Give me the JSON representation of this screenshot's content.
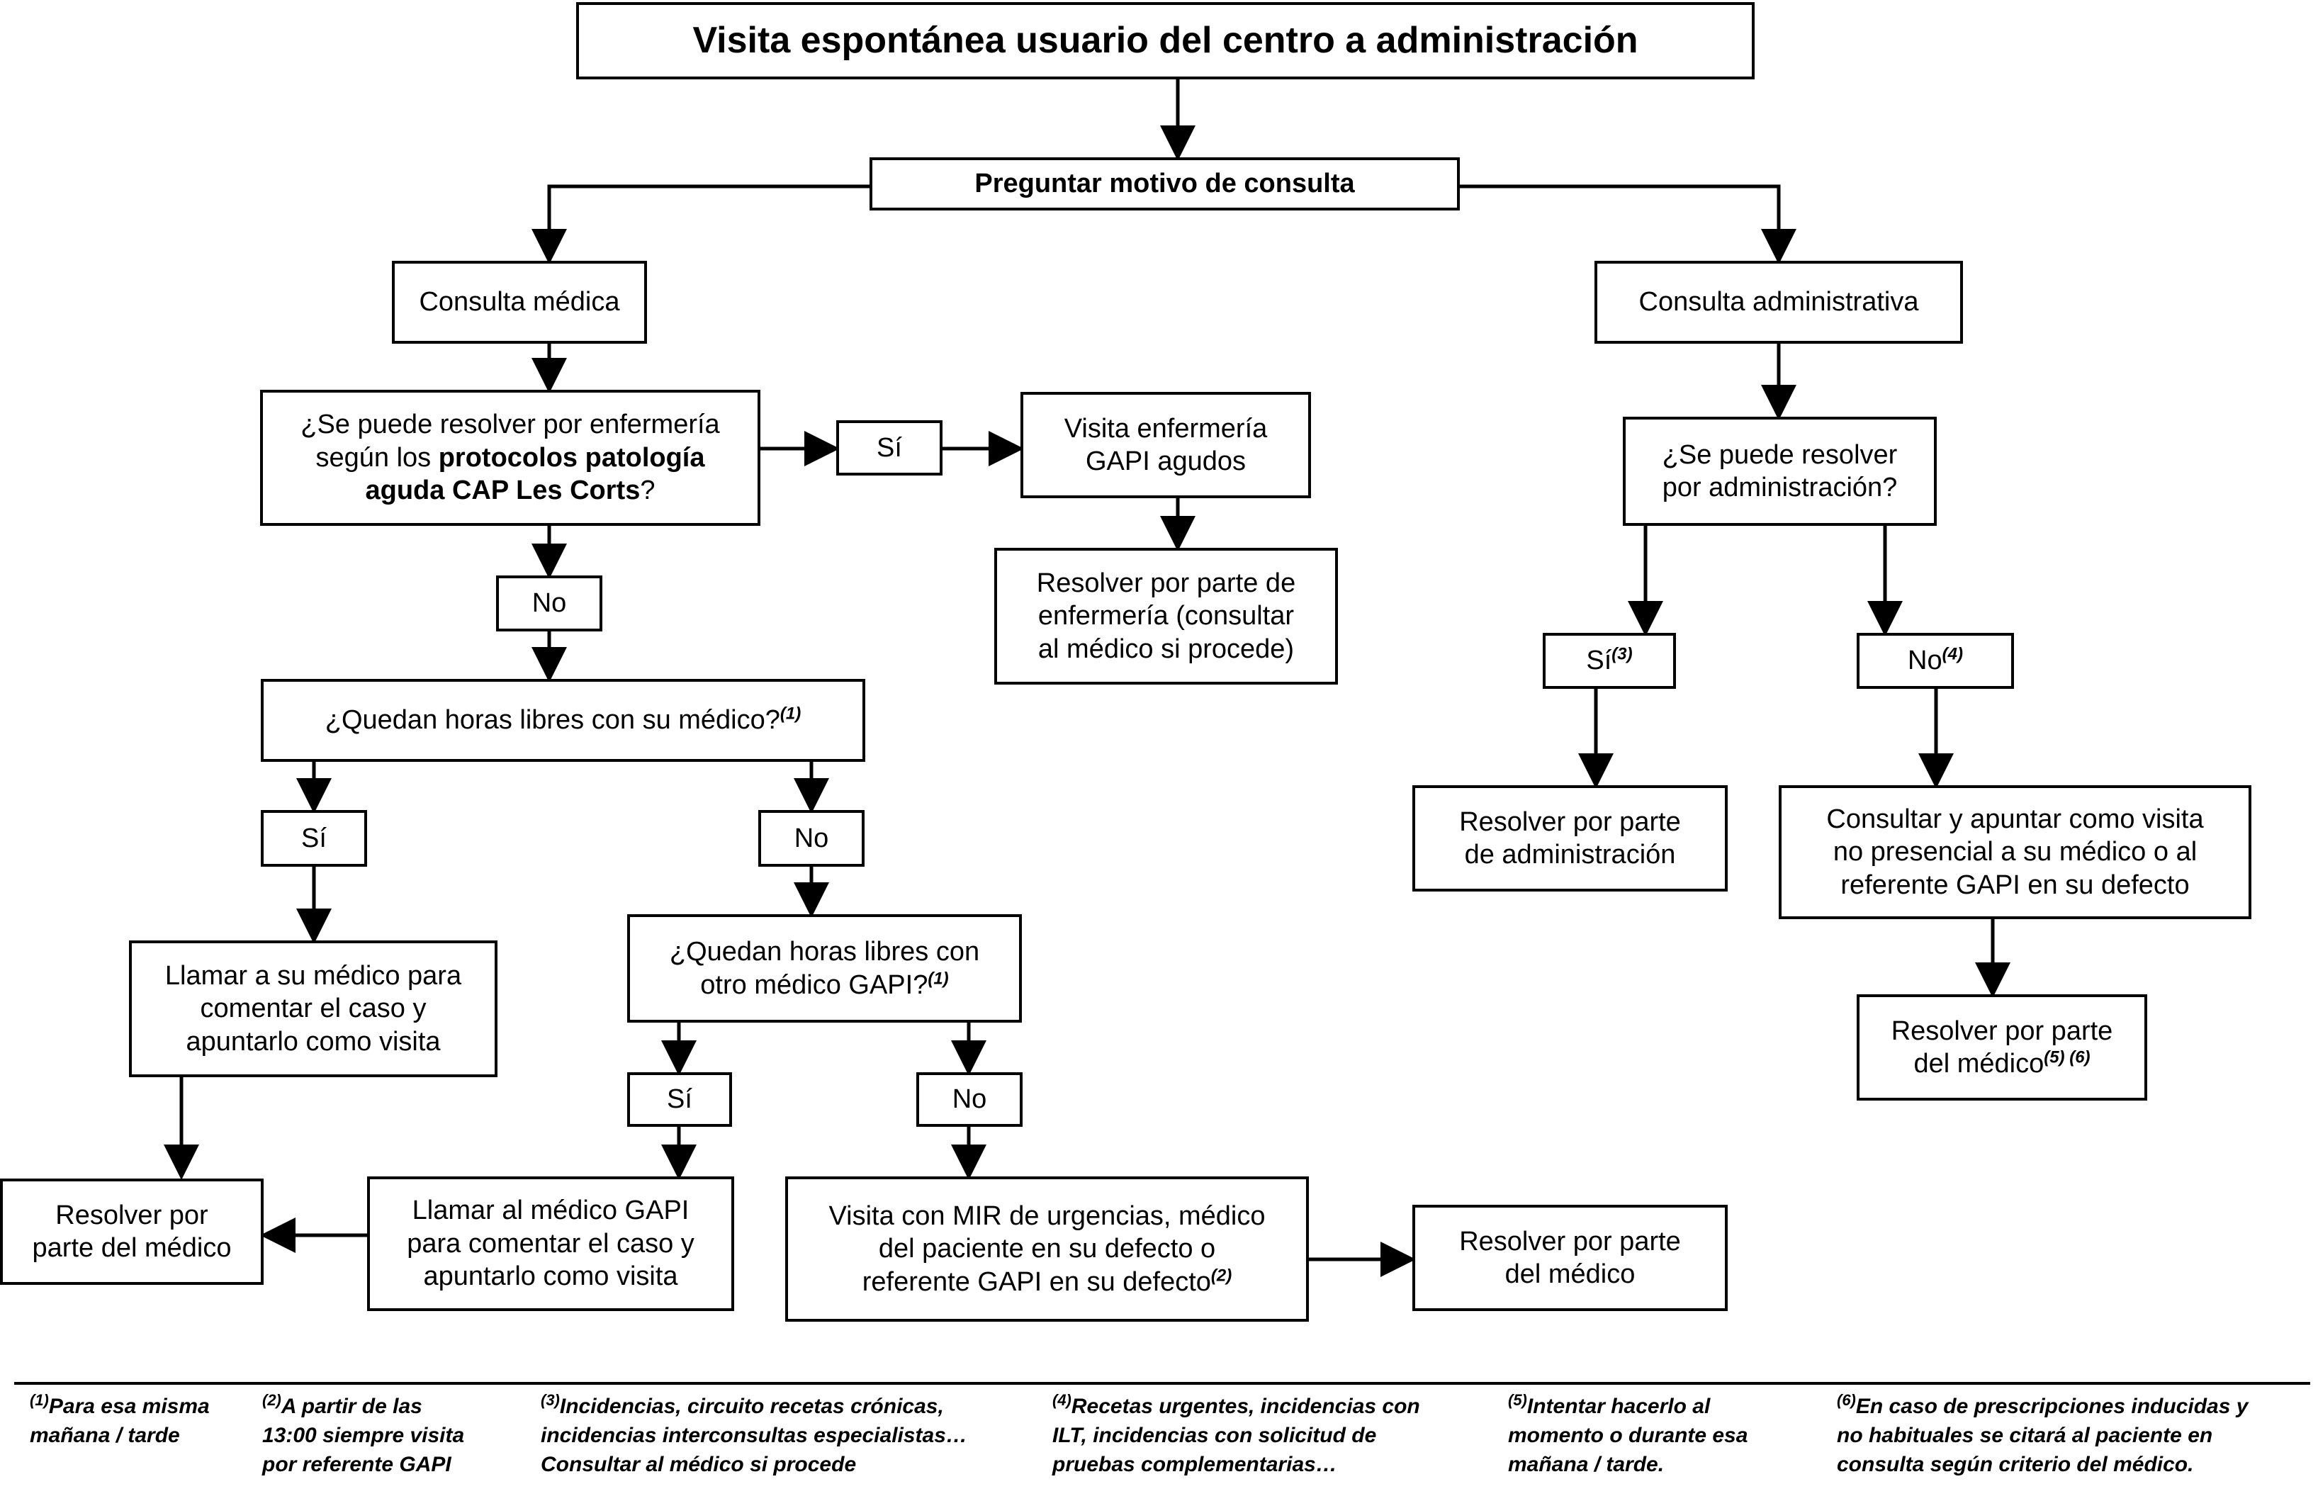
{
  "title": "Visita espontánea usuario del centro a administración",
  "preguntar": "Preguntar motivo de consulta",
  "consulta_medica": "Consulta  médica",
  "consulta_admin": "Consulta administrativa",
  "enfermeria_q": {
    "line1": "¿Se puede resolver por enfermería",
    "line2a": "según los ",
    "line2b": "protocolos patología",
    "line3a": "aguda CAP Les Corts",
    "line3b": "?"
  },
  "si_enf": "Sí",
  "visita_enf": [
    "Visita enfermería",
    "GAPI agudos"
  ],
  "resolver_enf": [
    "Resolver por parte de",
    "enfermería (consultar",
    "al médico si procede)"
  ],
  "no_enf": "No",
  "horas_q": "¿Quedan horas libres con su médico?",
  "horas_q_sup": "(1)",
  "si_horas": "Sí",
  "no_horas": "No",
  "llamar_su": [
    "Llamar a su médico para",
    "comentar el caso y",
    "apuntarlo como visita"
  ],
  "otro_q": [
    "¿Quedan horas libres con",
    "otro médico GAPI?"
  ],
  "otro_q_sup": "(1)",
  "si_otro": "Sí",
  "no_otro": "No",
  "resolver_medico_1": [
    "Resolver por",
    "parte del médico"
  ],
  "llamar_gapi": [
    "Llamar al médico GAPI",
    "para comentar el caso y",
    "apuntarlo como visita"
  ],
  "visita_mir": [
    "Visita con MIR de urgencias, médico",
    "del paciente en su defecto o",
    "referente GAPI en su defecto"
  ],
  "visita_mir_sup": "(2)",
  "resolver_medico_2": [
    "Resolver por parte",
    "del médico"
  ],
  "admin_q": [
    "¿Se puede resolver",
    "por administración?"
  ],
  "si_admin": "Sí",
  "si_admin_sup": "(3)",
  "no_admin": "No",
  "no_admin_sup": "(4)",
  "resolver_admin": [
    "Resolver por parte",
    "de administración"
  ],
  "consultar_apuntar": [
    "Consultar y apuntar como visita",
    "no presencial a su médico o al",
    "referente GAPI en su defecto"
  ],
  "resolver_medico_3": [
    "Resolver por parte",
    "del médico"
  ],
  "resolver_medico_3_sup": "(5) (6)",
  "footnotes": [
    {
      "num": "(1)",
      "lines": [
        "Para esa misma",
        "mañana / tarde"
      ]
    },
    {
      "num": "(2)",
      "lines": [
        "A partir de las",
        "13:00 siempre visita",
        "por referente GAPI"
      ]
    },
    {
      "num": "(3)",
      "lines": [
        "Incidencias, circuito recetas crónicas,",
        "incidencias interconsultas especialistas…",
        "Consultar al médico si procede"
      ]
    },
    {
      "num": "(4)",
      "lines": [
        "Recetas urgentes, incidencias con",
        "ILT, incidencias con solicitud de",
        "pruebas complementarias…"
      ]
    },
    {
      "num": "(5)",
      "lines": [
        "Intentar hacerlo al",
        "momento o  durante esa",
        "mañana / tarde."
      ]
    },
    {
      "num": "(6)",
      "lines": [
        "En caso de prescripciones inducidas y",
        "no habituales se citará al paciente en",
        "consulta según criterio del médico."
      ]
    }
  ]
}
